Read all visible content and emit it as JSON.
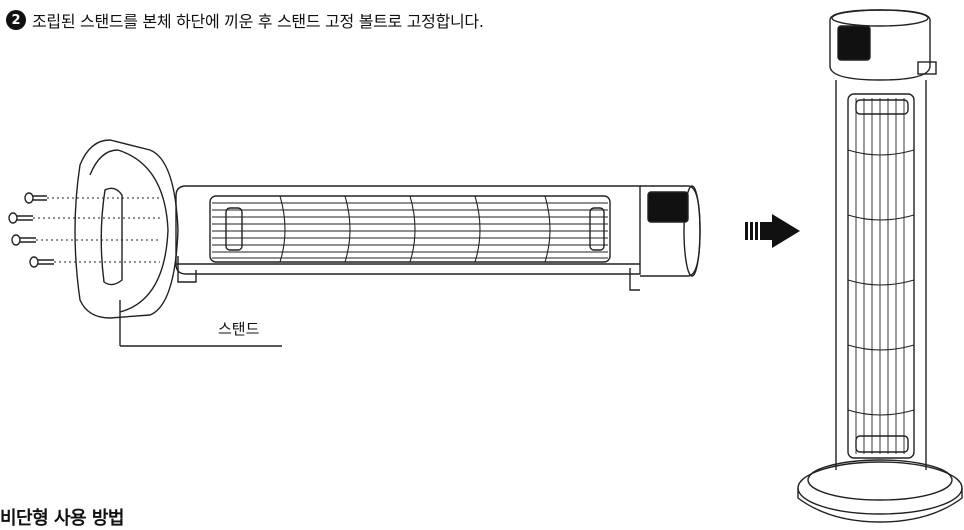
{
  "step": {
    "number": "2",
    "instruction": "조립된 스탠드를 본체 하단에 끼운 후 스탠드 고정 볼트로 고정합니다."
  },
  "labels": {
    "stand": "스탠드"
  },
  "section_heading": "비단형 사용 방법",
  "icons": {
    "step": "step-number-badge",
    "arrow": "right-arrow-icon",
    "bolt": "bolt-icon"
  }
}
